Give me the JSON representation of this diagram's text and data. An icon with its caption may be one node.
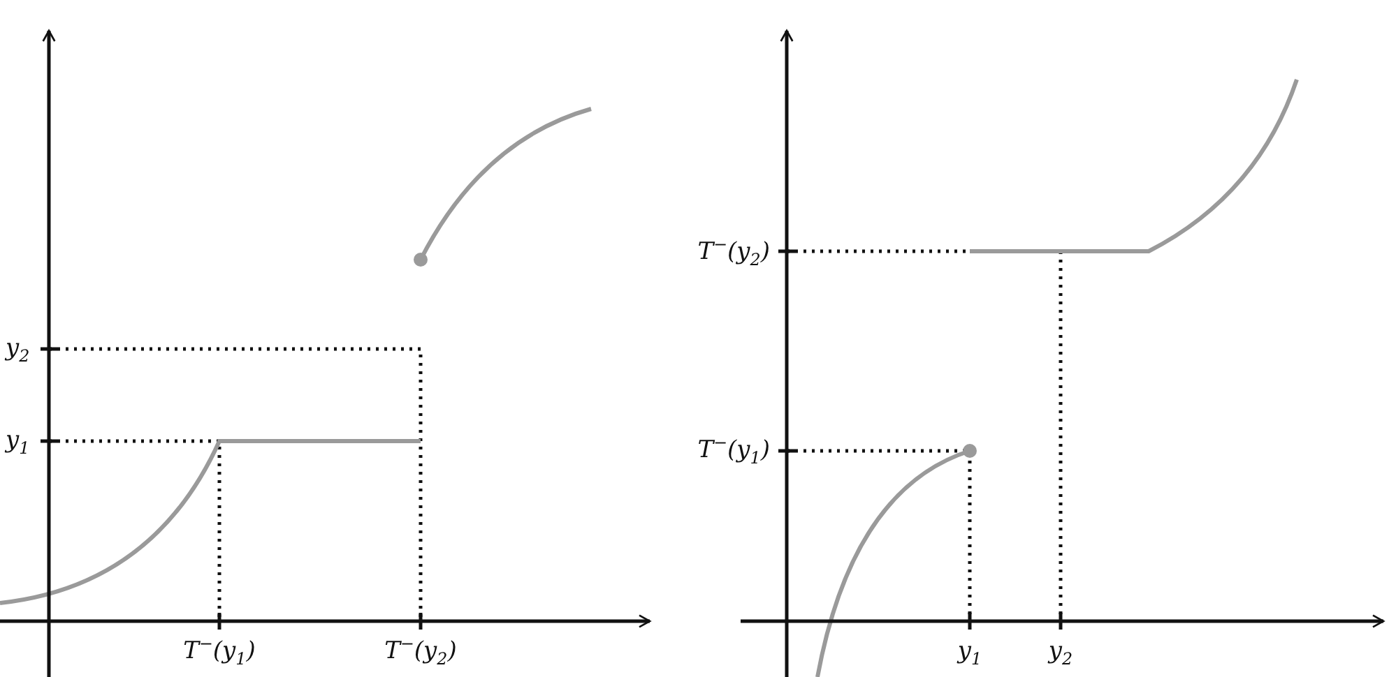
{
  "diagram": {
    "labels": [
      "y$_{2}$",
      "y$_{1}$",
      "T$^{−}$(y$_{1}$)",
      "T$^{−}$(y$_{2}$)",
      "T$^{−}$(y$_{2}$)",
      "T$^{−}$(y$_{1}$)",
      "y$_{1}$",
      "y$_{2}$"
    ]
  }
}
